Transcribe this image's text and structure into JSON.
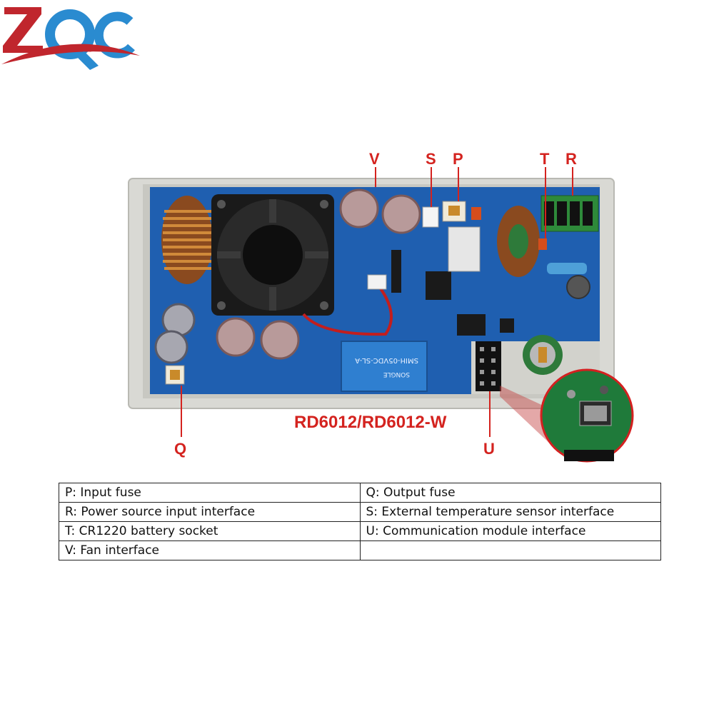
{
  "logo": {
    "text": "ZQC"
  },
  "product_title": "RD6012/RD6012-W",
  "callouts": [
    "V",
    "S",
    "P",
    "T",
    "R",
    "Q",
    "U"
  ],
  "relay_text": [
    "SMIH-05VDC-SL-A",
    "SONGLE"
  ],
  "legend": [
    [
      "P: Input fuse",
      "Q: Output fuse"
    ],
    [
      "R: Power source input interface",
      "S: External temperature sensor interface"
    ],
    [
      "T: CR1220 battery socket",
      "U: Communication module interface"
    ],
    [
      "V: Fan interface",
      ""
    ]
  ],
  "colors": {
    "brand_red": "#c0262d",
    "brand_blue": "#2a8bd0",
    "callout_red": "#d4231f",
    "pcb_blue": "#1f5fb0",
    "enclosure": "#d9d9d4"
  }
}
